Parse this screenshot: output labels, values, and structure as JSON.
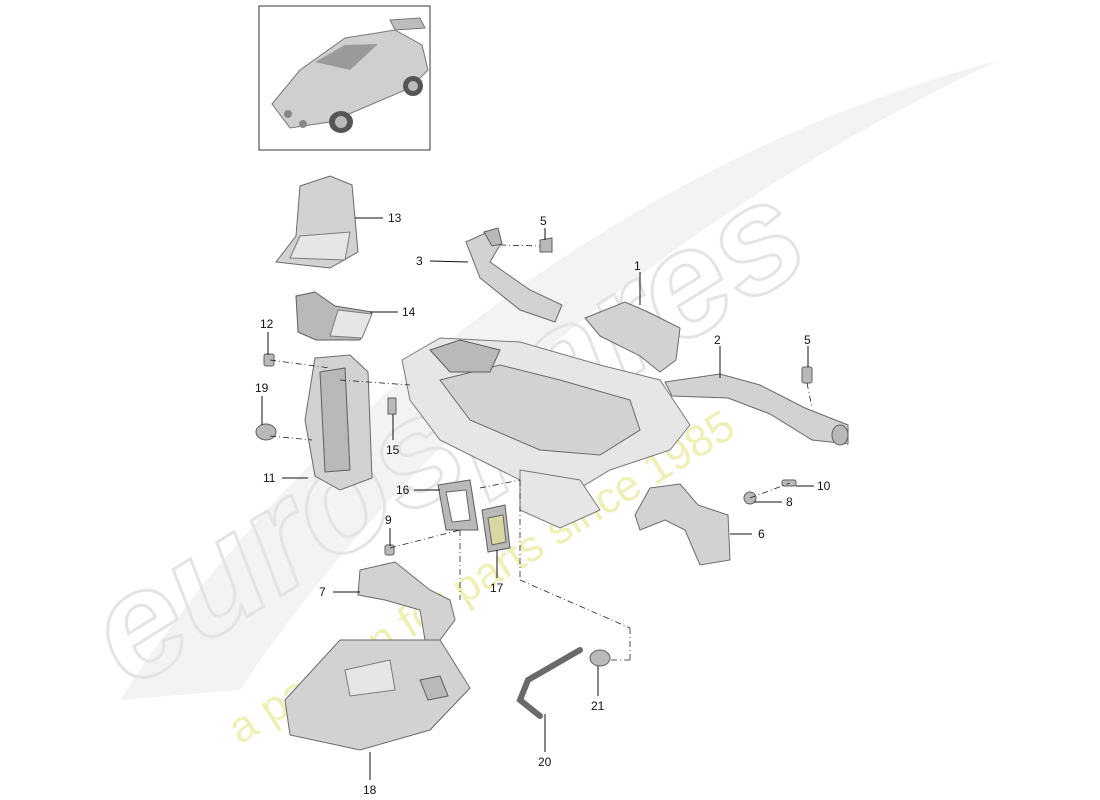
{
  "watermark": {
    "brand": "eurospares",
    "tagline": "a passion for parts since 1985",
    "brand_color": "#e8e8e8",
    "tagline_color": "#efefb0"
  },
  "thumbnail": {
    "icon": "sports-car-icon"
  },
  "callouts": [
    {
      "label": "1"
    },
    {
      "label": "2"
    },
    {
      "label": "3"
    },
    {
      "label": "5"
    },
    {
      "label": "5"
    },
    {
      "label": "6"
    },
    {
      "label": "7"
    },
    {
      "label": "8"
    },
    {
      "label": "9"
    },
    {
      "label": "10"
    },
    {
      "label": "11"
    },
    {
      "label": "12"
    },
    {
      "label": "13"
    },
    {
      "label": "14"
    },
    {
      "label": "15"
    },
    {
      "label": "16"
    },
    {
      "label": "17"
    },
    {
      "label": "18"
    },
    {
      "label": "19"
    },
    {
      "label": "20"
    },
    {
      "label": "21"
    }
  ]
}
